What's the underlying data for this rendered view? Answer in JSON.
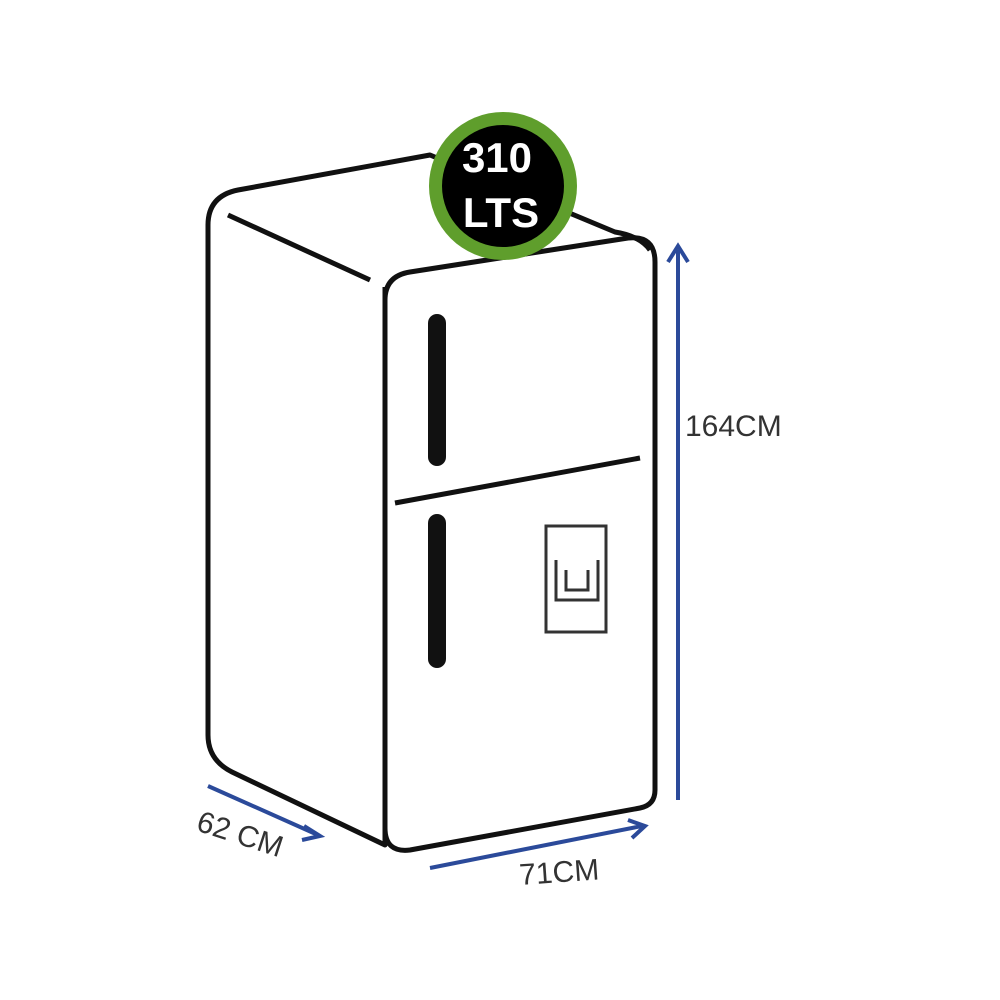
{
  "capacity": {
    "value": "310",
    "unit": "LTS"
  },
  "dimensions": {
    "height": "164CM",
    "width": "71CM",
    "depth": "62 CM"
  },
  "colors": {
    "badge_ring": "#5f9e2c",
    "badge_fill": "#000000",
    "arrow": "#2b4a9a",
    "outline": "#111111"
  }
}
